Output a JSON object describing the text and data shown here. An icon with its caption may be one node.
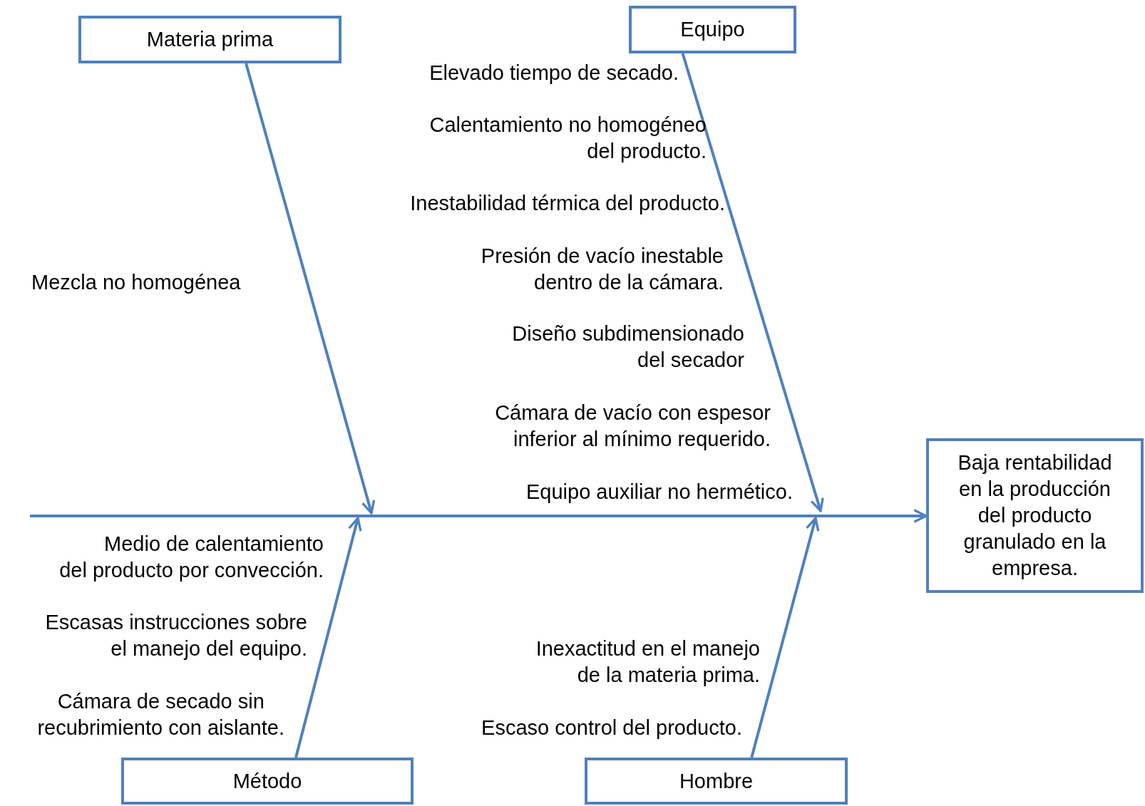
{
  "diagram": {
    "nodes": [
      {
        "text": [
          "Materia prima"
        ]
      },
      {
        "text": [
          "Equipo"
        ]
      },
      {
        "text": [
          "Método"
        ]
      },
      {
        "text": [
          "Hombre"
        ]
      },
      {
        "text": [
          "Baja rentabilidad en la producción del producto granulado en la empresa."
        ]
      }
    ],
    "edges": [
      {
        "from": null,
        "to": 4,
        "arrow": "to"
      },
      {
        "from": 0,
        "to": null,
        "arrow": "to"
      },
      {
        "from": 1,
        "to": null,
        "arrow": "to"
      },
      {
        "from": 2,
        "to": null,
        "arrow": "to"
      },
      {
        "from": 3,
        "to": null,
        "arrow": "to"
      }
    ],
    "labels": [
      "Elevado tiempo de secado.",
      "Calentamiento no homogéneo del producto.",
      "Inestabilidad térmica del producto.",
      "Mezcla no homogénea",
      "Presión de vacío inestable dentro de la cámara.",
      "Diseño subdimensionado del secador",
      "Cámara de vacío con espesor inferior al mínimo requerido.",
      "Equipo auxiliar no hermético.",
      "Medio de calentamiento del producto por convección.",
      "Escasas instrucciones sobre el manejo del equipo.",
      "Inexactitud en el manejo de la materia prima.",
      "Cámara de secado sin recubrimiento con aislante.",
      "Escaso control del producto."
    ]
  }
}
